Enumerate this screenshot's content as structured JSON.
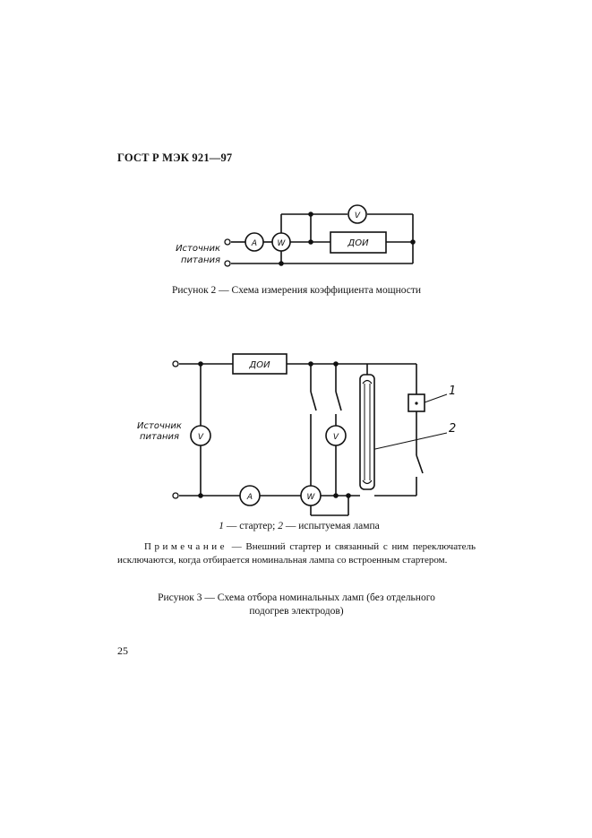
{
  "header": {
    "document_code": "ГОСТ Р МЭК 921—97"
  },
  "figure2": {
    "source_label_line1": "Источник",
    "source_label_line2": "питания",
    "voltmeter_symbol": "V",
    "ammeter_symbol": "A",
    "wattmeter_symbol": "W",
    "ballast_label": "ДОИ",
    "caption": "Рисунок 2 — Схема измерения коэффициента мощности"
  },
  "figure3": {
    "source_label_line1": "Источник",
    "source_label_line2": "питания",
    "voltmeter_symbol": "V",
    "ammeter_symbol": "A",
    "wattmeter_symbol": "W",
    "ballast_label": "ДОИ",
    "callout_1": "1",
    "callout_2": "2",
    "legend_num1": "1",
    "legend_text1": " — стартер; ",
    "legend_num2": "2",
    "legend_text2": " — испытуемая лампа",
    "caption_line1": "Рисунок 3 — Схема отбора номинальных ламп (без отдельного",
    "caption_line2": "подогрев электродов)"
  },
  "note": {
    "label": "Примечание",
    "text": " — Внешний стартер и связанный с ним переключатель исключаются, когда отбирается номинальная лампа со встроенным стартером."
  },
  "page_number": "25"
}
